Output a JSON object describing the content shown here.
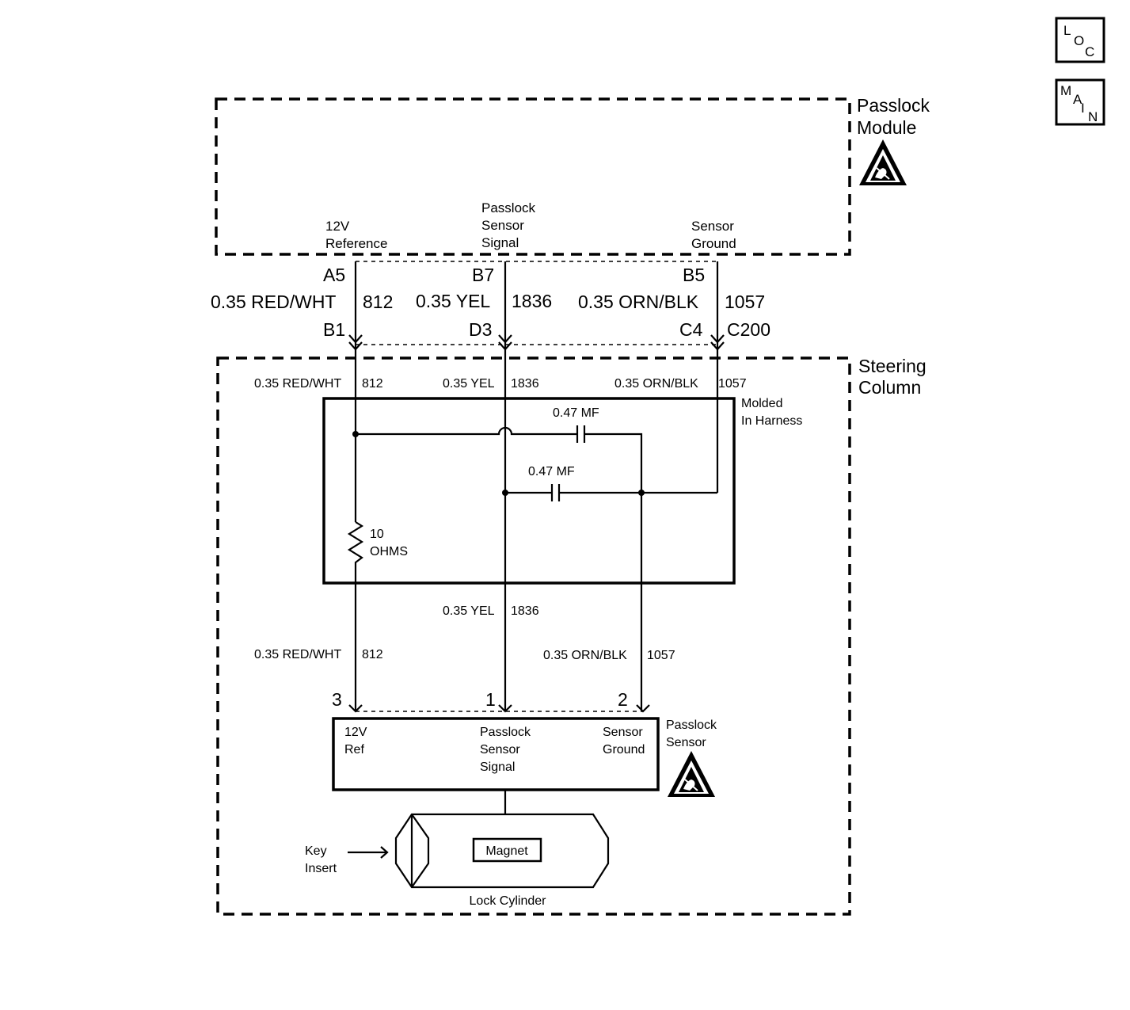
{
  "nav": {
    "loc": [
      "L",
      "O",
      "C"
    ],
    "main": [
      "M",
      "A",
      "I",
      "N"
    ]
  },
  "passlock_module": {
    "title": [
      "Passlock",
      "Module"
    ],
    "pins": {
      "ref12v": [
        "12V",
        "Reference"
      ],
      "signal": [
        "Passlock",
        "Sensor",
        "Signal"
      ],
      "ground": [
        "Sensor",
        "Ground"
      ]
    }
  },
  "connector_c200": {
    "upper": [
      "A5",
      "B7",
      "B5"
    ],
    "lower": [
      "B1",
      "D3",
      "C4"
    ],
    "name": "C200"
  },
  "wires": {
    "red_wht": {
      "color": "0.35 RED/WHT",
      "circuit": "812"
    },
    "yel": {
      "color": "0.35 YEL",
      "circuit": "1836"
    },
    "orn_blk": {
      "color": "0.35 ORN/BLK",
      "circuit": "1057"
    }
  },
  "steering_column": {
    "title": [
      "Steering",
      "Column"
    ]
  },
  "harness": {
    "title": [
      "Molded",
      "In Harness"
    ],
    "cap1": "0.47 MF",
    "cap2": "0.47 MF",
    "resistor": [
      "10",
      "OHMS"
    ]
  },
  "sensor_connector": {
    "pins": [
      "3",
      "1",
      "2"
    ]
  },
  "passlock_sensor": {
    "title": [
      "Passlock",
      "Sensor"
    ],
    "ref": [
      "12V",
      "Ref"
    ],
    "signal": [
      "Passlock",
      "Sensor",
      "Signal"
    ],
    "ground": [
      "Sensor",
      "Ground"
    ]
  },
  "lock_cylinder": {
    "label": "Lock Cylinder",
    "magnet": "Magnet",
    "key_insert": [
      "Key",
      "Insert"
    ]
  },
  "icons": {
    "esd": "esd-warning-icon"
  }
}
